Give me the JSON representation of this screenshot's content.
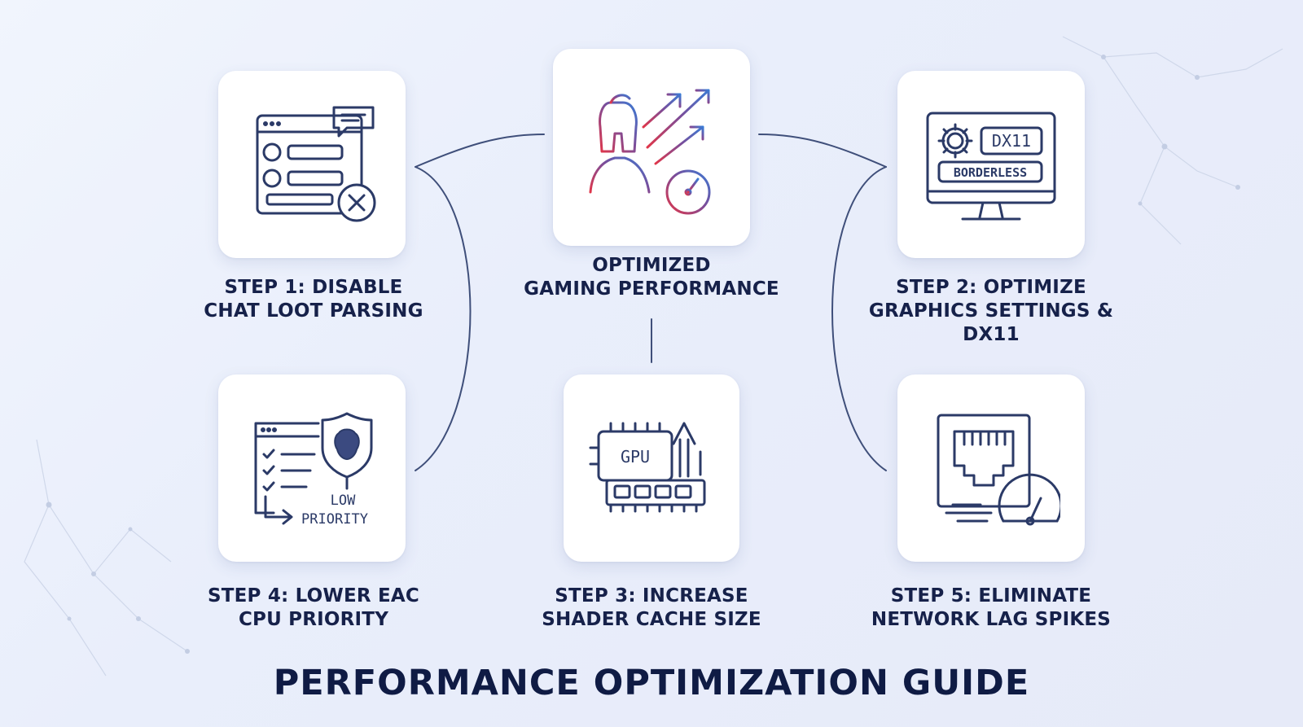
{
  "title": "PERFORMANCE OPTIMIZATION GUIDE",
  "center": {
    "line1": "OPTIMIZED",
    "line2": "GAMING PERFORMANCE",
    "icon": "spartan-speed-icon"
  },
  "steps": [
    {
      "line1": "STEP 1: DISABLE",
      "line2": "CHAT LOOT PARSING",
      "icon": "chat-window-disable-icon"
    },
    {
      "line1": "STEP 2: OPTIMIZE",
      "line2": "GRAPHICS SETTINGS & DX11",
      "icon": "monitor-settings-icon",
      "icon_text": [
        "DX11",
        "BORDERLESS"
      ]
    },
    {
      "line1": "STEP 3: INCREASE",
      "line2": "SHADER CACHE SIZE",
      "icon": "gpu-memory-icon",
      "icon_text": [
        "GPU"
      ]
    },
    {
      "line1": "STEP 4: LOWER EAC",
      "line2": "CPU PRIORITY",
      "icon": "shield-priority-icon",
      "icon_text": [
        "LOW",
        "PRIORITY"
      ]
    },
    {
      "line1": "STEP 5: ELIMINATE",
      "line2": "NETWORK LAG SPIKES",
      "icon": "network-port-speed-icon"
    }
  ],
  "colors": {
    "icon_stroke": "#2b3a67",
    "accent_red": "#e0364a",
    "accent_blue": "#3a7bd5",
    "connector": "#3f4f7a"
  }
}
